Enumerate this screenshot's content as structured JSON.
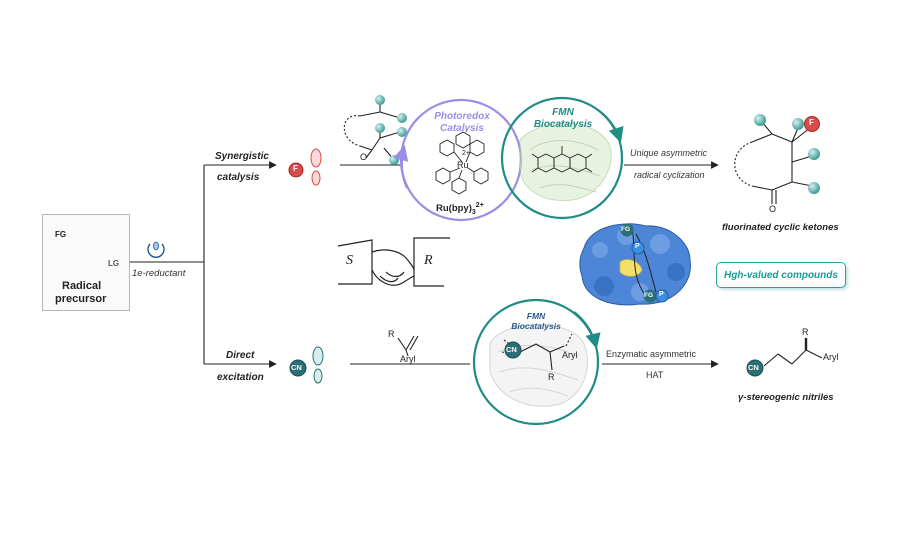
{
  "left_panel": {
    "fg": "FG",
    "lg": "LG",
    "title_line1": "Radical",
    "title_line2": "precursor",
    "reductant": "1e-reductant"
  },
  "top_branch": {
    "label_line1": "Synergistic",
    "label_line2": "catalysis",
    "f_atom": "F",
    "photoredox_line1": "Photoredox",
    "photoredox_line2": "Catalysis",
    "ru_center": "Ru",
    "ru_charge": "2+",
    "ru_formula": "Ru(bpy)",
    "ru_sub": "3",
    "ru_sup": "2+",
    "fmn_line1": "FMN",
    "fmn_line2": "Biocatalysis",
    "arrow_top": "Unique asymmetric",
    "arrow_bottom": "radical cyclization",
    "product": "fluorinated cyclic ketones",
    "product_f": "F",
    "product_o": "O",
    "substrate_o": "O"
  },
  "middle": {
    "s_label": "S",
    "r_label": "R",
    "fg": "FG",
    "p1": "P",
    "p2": "P",
    "badge": "Hgh-valued compounds"
  },
  "bottom_branch": {
    "label_line1": "Direct",
    "label_line2": "excitation",
    "cn_atom": "CN",
    "alkene_r": "R",
    "alkene_aryl": "Aryl",
    "fmn_line1": "FMN",
    "fmn_line2": "Biocatalysis",
    "circle_cn": "CN",
    "circle_aryl": "Aryl",
    "circle_r": "R",
    "arrow_top": "Enzymatic asymmetric",
    "arrow_bottom": "HAT",
    "product_cn": "CN",
    "product_r": "R",
    "product_aryl": "Aryl",
    "product": "γ-stereogenic nitriles"
  },
  "colors": {
    "photoredox": "#9a8ee8",
    "fmn": "#1f8c86",
    "teal_ball": "#5fb5b0",
    "fluorine": "#d94a4a",
    "cn": "#2b6f76",
    "fg": "#e25fc5",
    "protein": "#4d86d6",
    "phosphate": "#3a8fe0"
  }
}
